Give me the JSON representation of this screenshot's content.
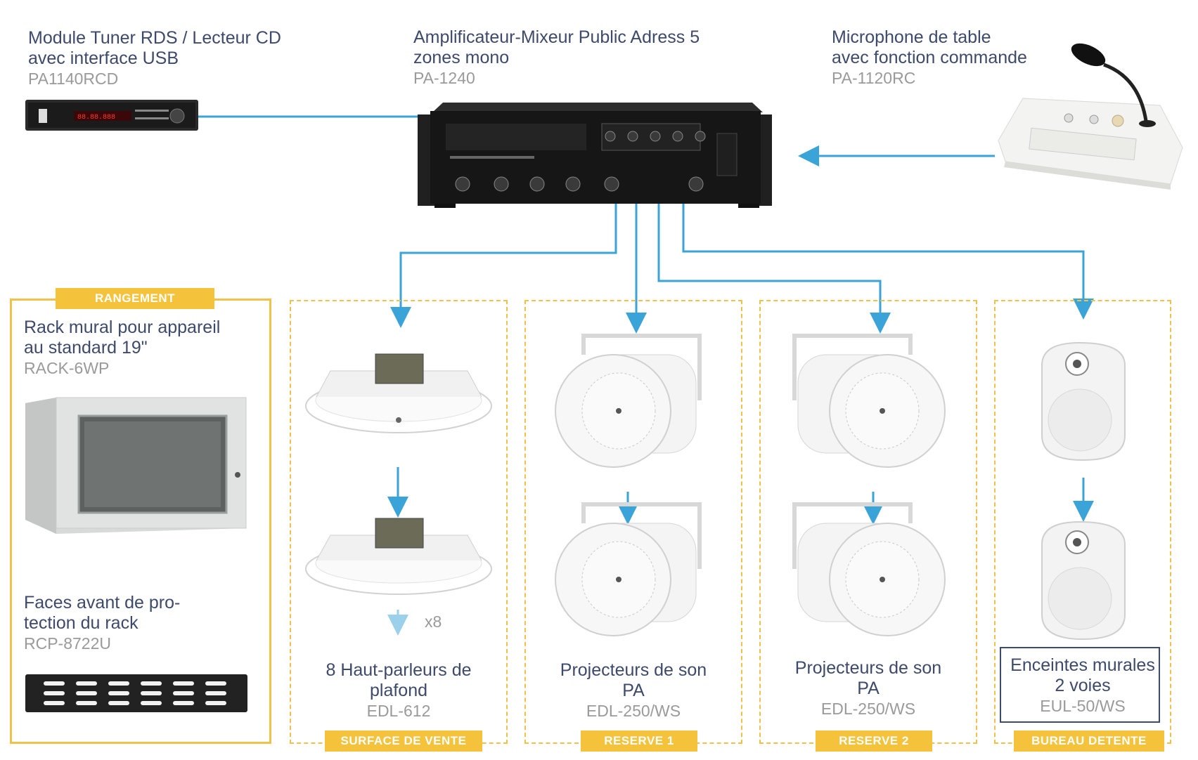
{
  "tuner": {
    "title_line1": "Module Tuner RDS / Lecteur CD",
    "title_line2": "avec interface USB",
    "model": "PA1140RCD"
  },
  "amplifier": {
    "title_line1": "Amplificateur-Mixeur Public Adress 5",
    "title_line2": "zones mono",
    "model": "PA-1240"
  },
  "microphone": {
    "title_line1": "Microphone de table",
    "title_line2": "avec fonction commande",
    "model": "PA-1120RC"
  },
  "storage": {
    "tag": "RANGEMENT",
    "rack_title_line1": "Rack mural pour appareil",
    "rack_title_line2": "au standard 19\"",
    "rack_model": "RACK-6WP",
    "panel_title_line1": "Faces avant de pro-",
    "panel_title_line2": "tection du rack",
    "panel_model": "RCP-8722U"
  },
  "zones": [
    {
      "tag": "SURFACE DE VENTE",
      "title_line1": "8 Haut-parleurs de",
      "title_line2": "plafond",
      "model": "EDL-612",
      "extra": "x8"
    },
    {
      "tag": "RESERVE 1",
      "title_line1": "Projecteurs de son",
      "title_line2": "PA",
      "model": "EDL-250/WS"
    },
    {
      "tag": "RESERVE 2",
      "title_line1": "Projecteurs de son",
      "title_line2": "PA",
      "model": "EDL-250/WS"
    },
    {
      "tag": "BUREAU DETENTE",
      "title_line1": "Enceintes  murales",
      "title_line2": "2 voies",
      "model": "EUL-50/WS"
    }
  ],
  "colors": {
    "accent": "#f5c33b",
    "connector": "#3aa3d8",
    "title_text": "#3d4a6b",
    "model_text": "#9a9a9a"
  }
}
